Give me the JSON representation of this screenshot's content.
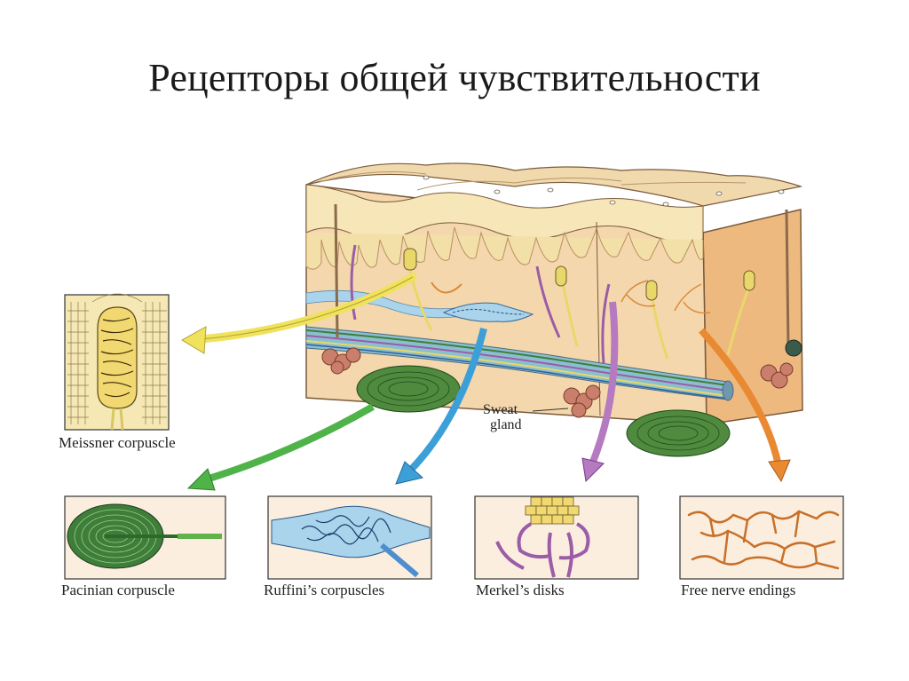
{
  "title": "Рецепторы общей чувствительности",
  "labels": {
    "meissner": "Meissner corpuscle",
    "pacinian": "Pacinian corpuscle",
    "ruffini": "Ruffini’s corpuscles",
    "merkel": "Merkel’s disks",
    "free": "Free nerve endings",
    "sweat_line1": "Sweat",
    "sweat_line2": "gland"
  },
  "icons": [
    "skin-cross-section-icon",
    "meissner-corpuscle-icon",
    "pacinian-corpuscle-icon",
    "ruffini-corpuscle-icon",
    "merkel-disks-icon",
    "free-nerve-endings-icon"
  ],
  "colors": {
    "skin": "#f2c99a",
    "epidermis": "#f7e6b8",
    "dermis": "#f5d7ad",
    "nerve_yellow": "#e8d86a",
    "nerve_purple": "#9b5ca8",
    "pacinian_green": "#3f7d3a",
    "ruffini_blue": "#6aaee0",
    "free_orange": "#c8702a",
    "sweat_gland": "#c97f6c",
    "arrow_yellow": "#f0e25a",
    "arrow_green": "#4fb34a",
    "arrow_blue": "#3d9fd8",
    "arrow_purple": "#b57ac0",
    "arrow_orange": "#e98a33"
  }
}
